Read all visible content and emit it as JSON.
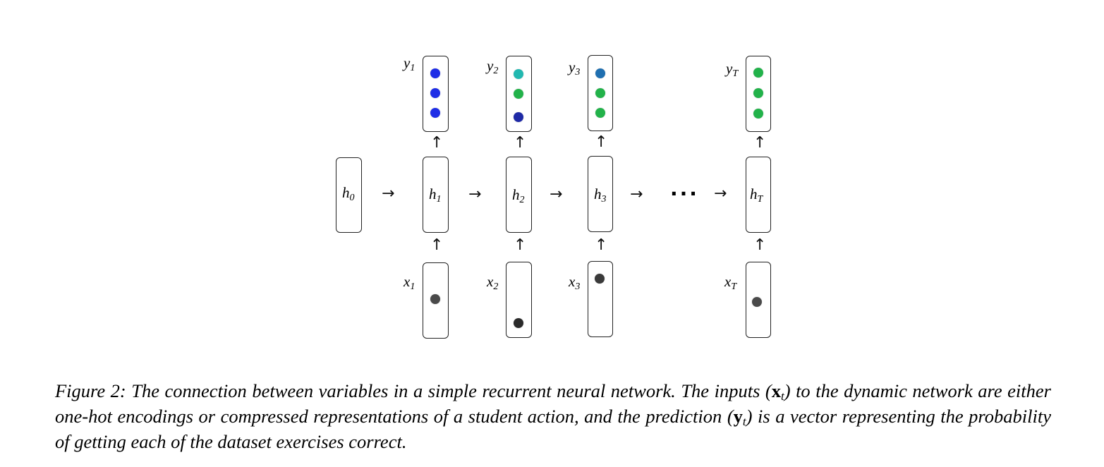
{
  "diagram": {
    "h0": {
      "var": "h",
      "sub": "0"
    },
    "ellipsis": "...",
    "arrow_right": "→",
    "arrow_up": "↑",
    "steps": [
      {
        "y": {
          "var": "y",
          "sub": "1"
        },
        "h": {
          "var": "h",
          "sub": "1"
        },
        "x": {
          "var": "x",
          "sub": "1"
        },
        "y_colors": [
          "#1e2de6",
          "#1e2de6",
          "#1e2de6"
        ],
        "x_dot": {
          "slot_fraction": 0.5,
          "color": "#4a4a4a"
        }
      },
      {
        "y": {
          "var": "y",
          "sub": "2"
        },
        "h": {
          "var": "h",
          "sub": "2"
        },
        "x": {
          "var": "x",
          "sub": "2"
        },
        "y_colors": [
          "#22b8b0",
          "#22b24a",
          "#1f2aa6"
        ],
        "x_dot": {
          "slot_fraction": 0.92,
          "color": "#2a2a2a"
        }
      },
      {
        "y": {
          "var": "y",
          "sub": "3"
        },
        "h": {
          "var": "h",
          "sub": "3"
        },
        "x": {
          "var": "x",
          "sub": "3"
        },
        "y_colors": [
          "#1f6fb0",
          "#22b24a",
          "#22b24a"
        ],
        "x_dot": {
          "slot_fraction": 0.2,
          "color": "#3a3a3a"
        }
      },
      {
        "y": {
          "var": "y",
          "sub": "T"
        },
        "h": {
          "var": "h",
          "sub": "T"
        },
        "x": {
          "var": "x",
          "sub": "T"
        },
        "y_colors": [
          "#22b24a",
          "#22b24a",
          "#22b24a"
        ],
        "x_dot": {
          "slot_fraction": 0.55,
          "color": "#4a4a4a"
        }
      }
    ]
  },
  "caption": {
    "prefix": "Figure 2:  The connection between variables in a simple recurrent neural network.  The inputs (",
    "x_vec": "x",
    "x_sub": "t",
    "middle": ") to the dynamic network are either one-hot encodings or compressed representations of a student action, and the prediction (",
    "y_vec": "y",
    "y_sub": "t",
    "suffix": ") is a vector representing the probability of getting each of the dataset exercises correct."
  }
}
